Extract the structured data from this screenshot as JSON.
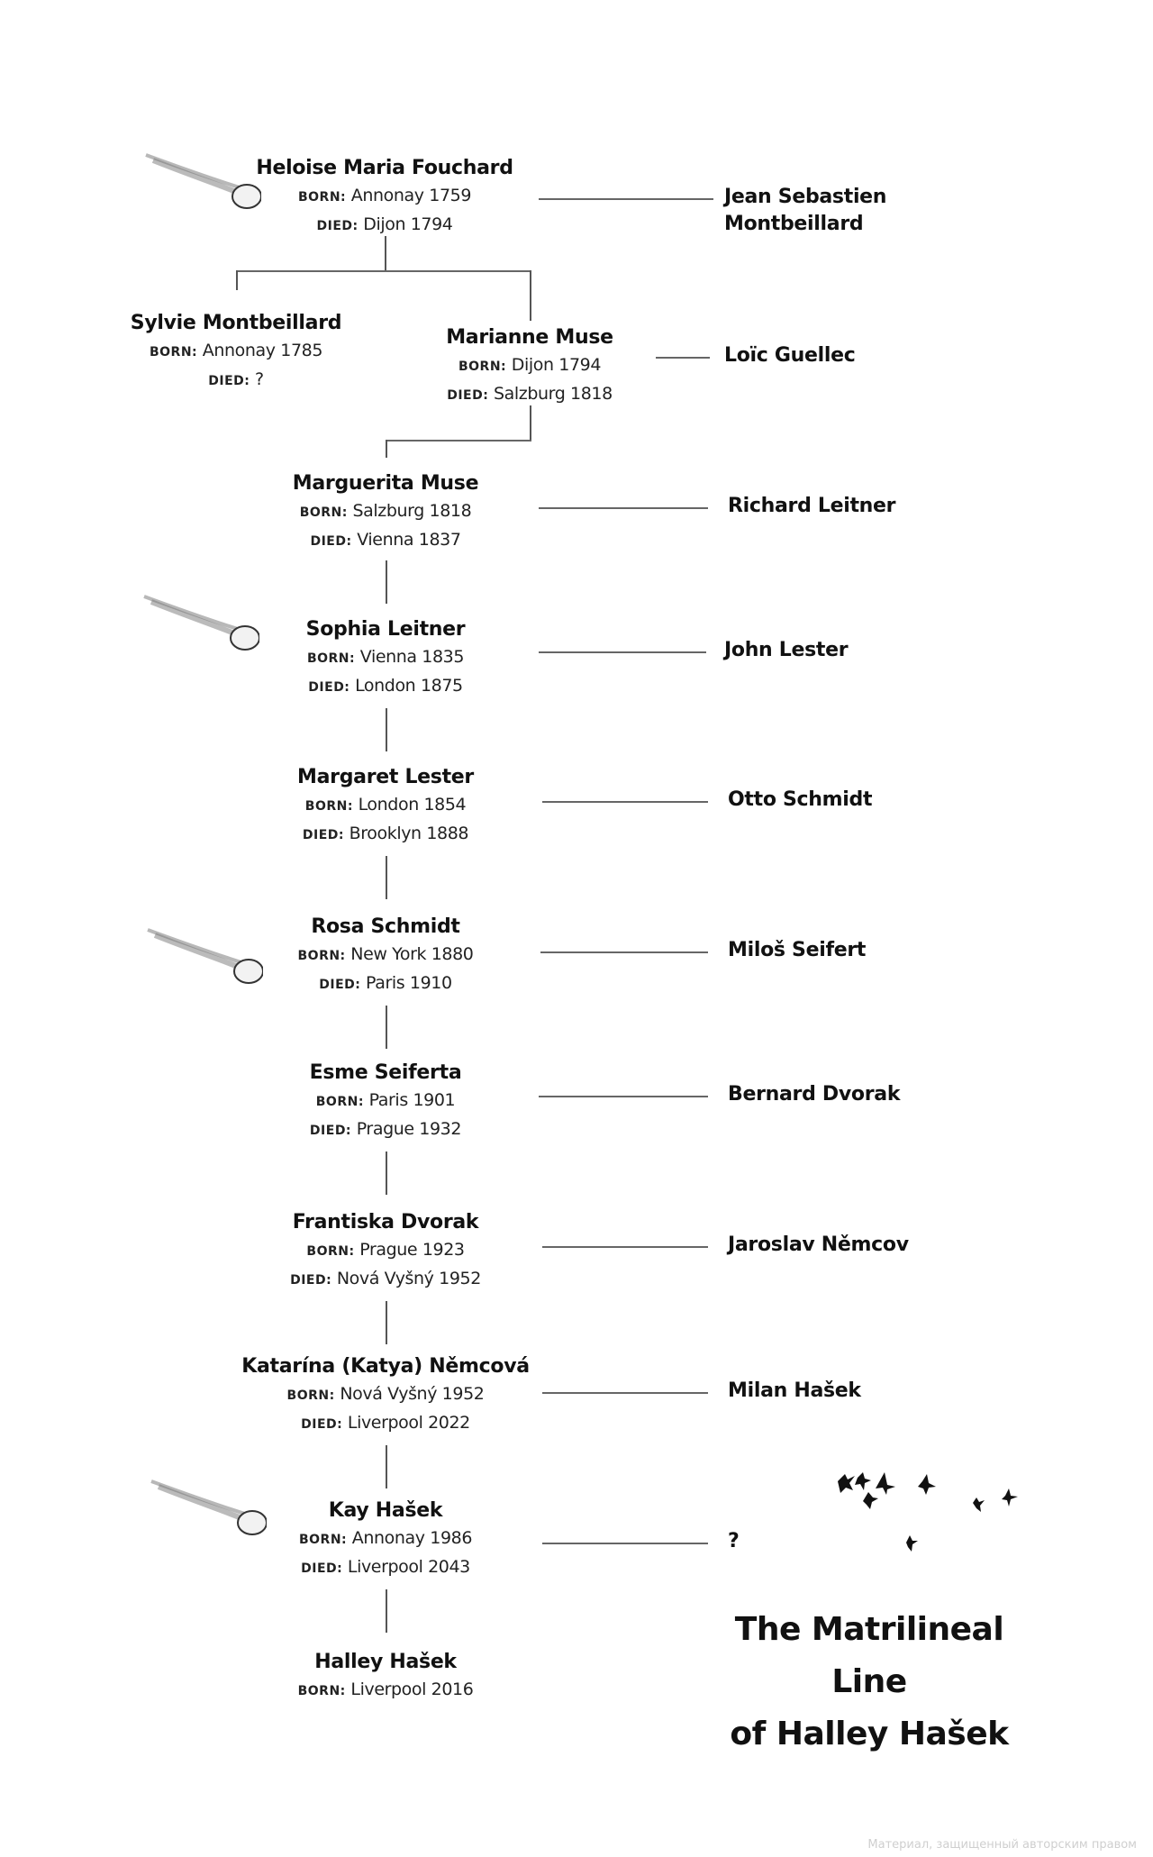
{
  "title": [
    "The Matrilineal Line",
    "of Halley Hašek"
  ],
  "labels": {
    "born": "BORN:",
    "died": "DIED:"
  },
  "people": [
    {
      "name": "Heloise Maria Fouchard",
      "born": "Annonay 1759",
      "died": "Dijon 1794",
      "partner": "Jean Sebastien Montbeillard",
      "comet": true
    },
    {
      "name": "Sylvie Montbeillard",
      "born": "Annonay 1785",
      "died": "?"
    },
    {
      "name": "Marianne Muse",
      "born": "Dijon 1794",
      "died": "Salzburg 1818",
      "partner": "Loïc Guellec"
    },
    {
      "name": "Marguerita Muse",
      "born": "Salzburg 1818",
      "died": "Vienna 1837",
      "partner": "Richard Leitner"
    },
    {
      "name": "Sophia Leitner",
      "born": "Vienna 1835",
      "died": "London 1875",
      "partner": "John Lester",
      "comet": true
    },
    {
      "name": "Margaret Lester",
      "born": "London 1854",
      "died": "Brooklyn 1888",
      "partner": "Otto Schmidt"
    },
    {
      "name": "Rosa Schmidt",
      "born": "New York 1880",
      "died": "Paris 1910",
      "partner": "Miloš Seifert",
      "comet": true
    },
    {
      "name": "Esme Seiferta",
      "born": "Paris 1901",
      "died": "Prague 1932",
      "partner": "Bernard Dvorak"
    },
    {
      "name": "Frantiska Dvorak",
      "born": "Prague 1923",
      "died": "Nová Vyšný 1952",
      "partner": "Jaroslav Němcov"
    },
    {
      "name": "Katarína (Katya) Němcová",
      "born": "Nová Vyšný 1952",
      "died": "Liverpool 2022",
      "partner": "Milan Hašek"
    },
    {
      "name": "Kay Hašek",
      "born": "Annonay 1986",
      "died": "Liverpool 2043",
      "partner": "?",
      "comet": true
    },
    {
      "name": "Halley Hašek",
      "born": "Liverpool 2016"
    }
  ],
  "watermark": "Материал, защищенный авторским правом"
}
